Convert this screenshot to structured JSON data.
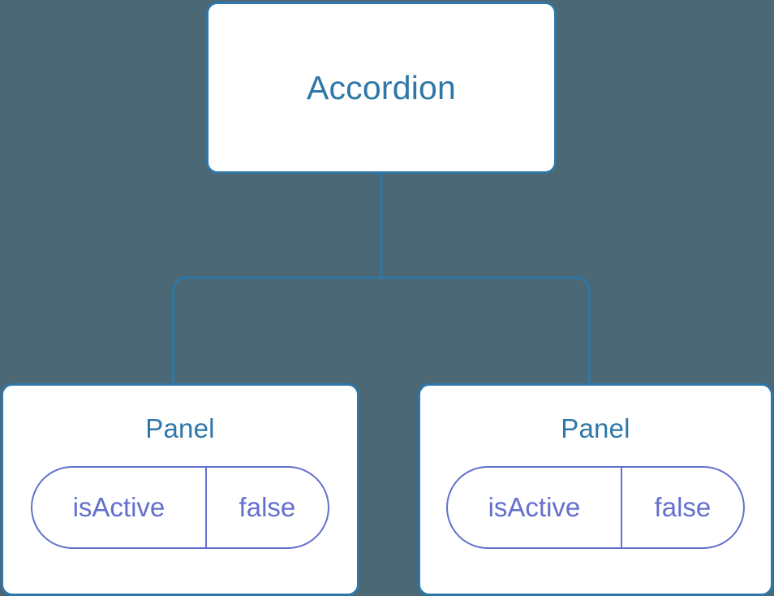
{
  "diagram": {
    "type": "component-tree",
    "background_color": "#4c6874",
    "node_border_color": "#2e77a8",
    "node_text_color": "#2e77a8",
    "pill_color": "#6370cc",
    "edge_color": "#2e77a8",
    "root": {
      "label": "Accordion"
    },
    "children": [
      {
        "label": "Panel",
        "state": {
          "key": "isActive",
          "value": "false"
        }
      },
      {
        "label": "Panel",
        "state": {
          "key": "isActive",
          "value": "false"
        }
      }
    ]
  }
}
